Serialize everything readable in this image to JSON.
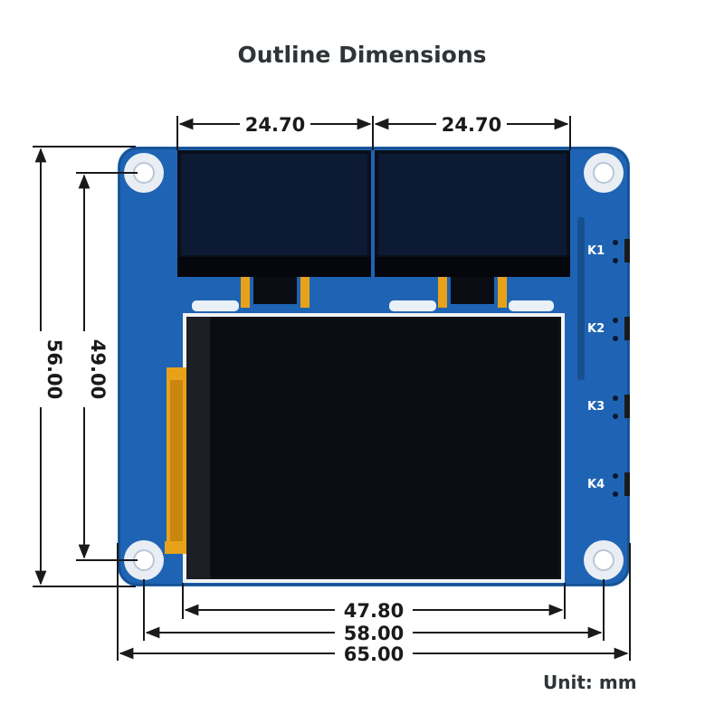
{
  "title": "Outline Dimensions",
  "unit_label": "Unit: mm",
  "dimensions": {
    "oled_left_width": "24.70",
    "oled_right_width": "24.70",
    "board_height": "56.00",
    "hole_spacing_vertical": "49.00",
    "lcd_width": "47.80",
    "hole_spacing_horizontal": "58.00",
    "board_width": "65.00"
  },
  "keys": [
    "K1",
    "K2",
    "K3",
    "K4"
  ],
  "colors": {
    "pcb": "#1f64b4",
    "screen": "#0a0d14",
    "oled": "#0d1a33",
    "flex": "#e8a21a",
    "dimension_line": "#1a1a1a"
  }
}
